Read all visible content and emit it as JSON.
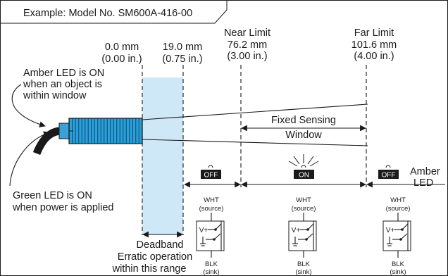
{
  "title": "Example: Model No. SM600A-416-00",
  "markers": [
    {
      "mm": "0.0 mm",
      "inch": "(0.00 in.)"
    },
    {
      "mm": "19.0 mm",
      "inch": "(0.75 in.)"
    },
    {
      "name": "Near Limit",
      "mm": "76.2 mm",
      "inch": "(3.00 in.)"
    },
    {
      "name": "Far Limit",
      "mm": "101.6 mm",
      "inch": "(4.00 in.)"
    }
  ],
  "amber_note": [
    "Amber LED is ON",
    "when an object is",
    "within window"
  ],
  "green_note": [
    "Green LED is ON",
    "when power is applied"
  ],
  "fixed_window": [
    "Fixed Sensing",
    "Window"
  ],
  "led_states": [
    "OFF",
    "ON",
    "OFF"
  ],
  "amber_led_label": [
    "Amber",
    "LED"
  ],
  "deadband": [
    "Deadband",
    "Erratic operation",
    "within this range"
  ],
  "circuit": {
    "top_label": "WHT",
    "top_sub": "(source)",
    "vplus": "V+",
    "bottom_label": "BLK",
    "bottom_sub": "(sink)"
  },
  "colors": {
    "sensor_body": "#2a9fd8",
    "sensor_lens": "#3aa0d6",
    "deadband_fill": "#cfe8f7",
    "cable": "#1a1a1a"
  }
}
